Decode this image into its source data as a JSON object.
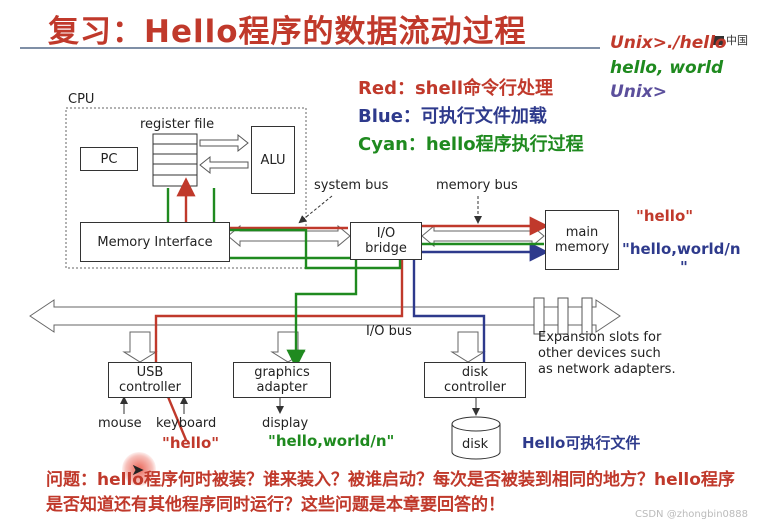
{
  "title": "复习：Hello程序的数据流动过程",
  "console": {
    "line1": "Unix>./hello",
    "line2": "hello, world",
    "line3": "Unix>"
  },
  "legend": {
    "red": "Red：shell命令行处理",
    "blue": "Blue：可执行文件加载",
    "cyan": "Cyan：hello程序执行过程"
  },
  "diagram": {
    "cpu_label": "CPU",
    "register_file_label": "register file",
    "pc_label": "PC",
    "alu_label": "ALU",
    "system_bus_label": "system bus",
    "memory_bus_label": "memory bus",
    "memory_interface_label": "Memory Interface",
    "io_bridge_line1": "I/O",
    "io_bridge_line2": "bridge",
    "main_memory_line1": "main",
    "main_memory_line2": "memory",
    "io_bus_label": "I/O bus",
    "expansion_text": [
      "Expansion slots for",
      "other devices such",
      "as network adapters."
    ],
    "usb_line1": "USB",
    "usb_line2": "controller",
    "graphics_line1": "graphics",
    "graphics_line2": "adapter",
    "disk_controller_line1": "disk",
    "disk_controller_line2": "controller",
    "mouse_label": "mouse",
    "keyboard_label": "keyboard",
    "display_label": "display",
    "disk_label": "disk"
  },
  "annotations": {
    "hello_memory": "\"hello\"",
    "hello_world_memory_line1": "\"hello,world/n",
    "hello_world_memory_line2": "\"",
    "hello_keyboard": "\"hello\"",
    "hello_world_display": "\"hello,world/n\"",
    "hello_executable": "Hello可执行文件"
  },
  "question": "问题：hello程序何时被装？谁来装入？被谁启动？每次是否被装到相同的地方？hello程序是否知道还有其他程序同时运行？这些问题是本章要回答的！",
  "lang_badge": "中国",
  "watermark": "CSDN @zhongbin0888",
  "colors": {
    "title": "#c0392b",
    "red": "#c0392b",
    "blue": "#2e3a8c",
    "green": "#1f8a1f",
    "console_blue": "#5b4f9c"
  }
}
